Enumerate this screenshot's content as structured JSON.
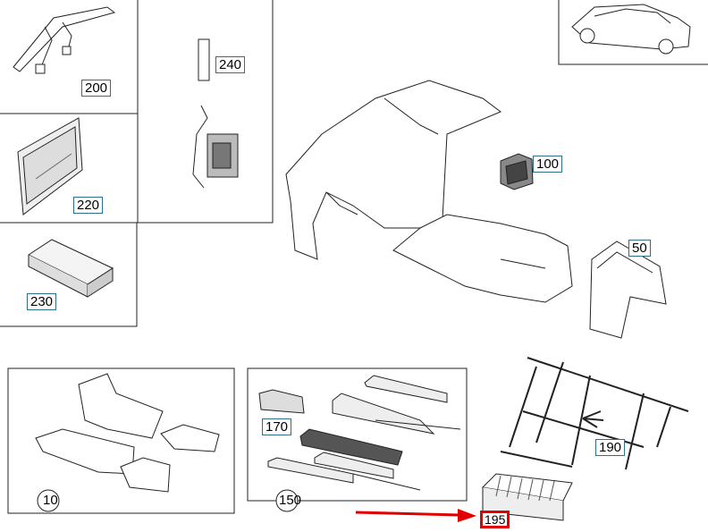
{
  "callouts": {
    "c200": "200",
    "c240": "240",
    "c220": "220",
    "c230": "230",
    "c100": "100",
    "c50": "50",
    "c170": "170",
    "c190": "190",
    "c10": "10",
    "c150": "150",
    "c195": "195"
  },
  "colors": {
    "line": "#222222",
    "callout_border": "#2f6f8a",
    "highlight": "#e00000"
  }
}
